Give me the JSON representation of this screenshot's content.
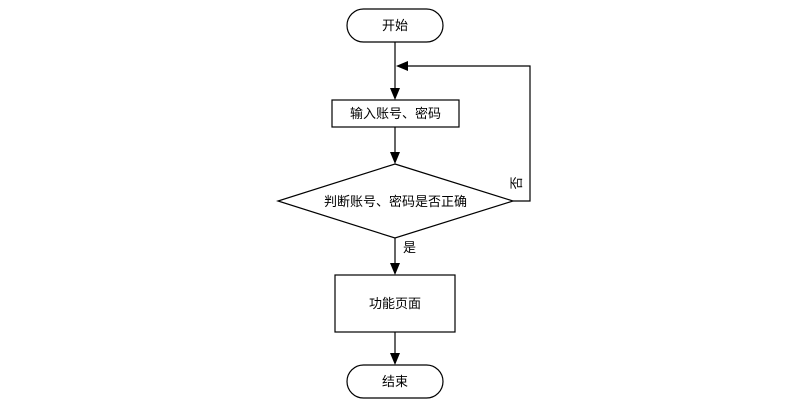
{
  "diagram": {
    "type": "flowchart",
    "nodes": {
      "start": {
        "shape": "terminal",
        "label": "开始"
      },
      "input": {
        "shape": "process",
        "label": "输入账号、密码"
      },
      "decision": {
        "shape": "decision",
        "label": "判断账号、密码是否正确"
      },
      "function": {
        "shape": "process",
        "label": "功能页面"
      },
      "end": {
        "shape": "terminal",
        "label": "结束"
      }
    },
    "edges": [
      {
        "from": "start",
        "to": "input",
        "label": ""
      },
      {
        "from": "input",
        "to": "decision",
        "label": ""
      },
      {
        "from": "decision",
        "to": "input",
        "label": "否"
      },
      {
        "from": "decision",
        "to": "function",
        "label": "是"
      },
      {
        "from": "function",
        "to": "end",
        "label": ""
      }
    ],
    "labels": {
      "no": "否",
      "yes": "是"
    }
  }
}
